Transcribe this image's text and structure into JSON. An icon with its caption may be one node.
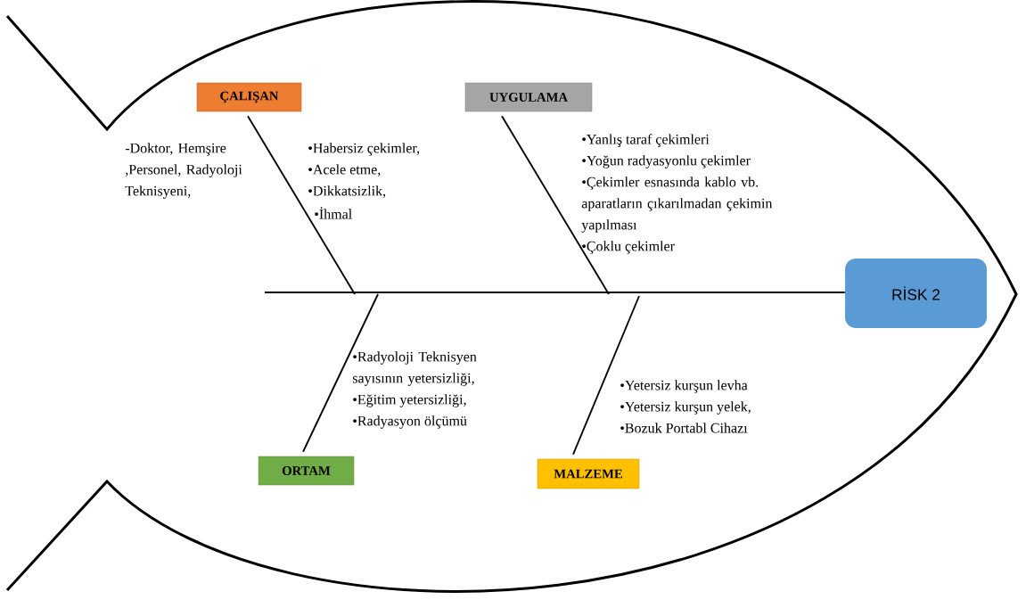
{
  "diagram": {
    "nodes": [
      {
        "text": [
          "ÇALIŞAN"
        ]
      },
      {
        "text": [
          "UYGULAMA"
        ]
      },
      {
        "text": [
          "ORTAM"
        ]
      },
      {
        "text": [
          "MALZEME"
        ]
      },
      {
        "text": [
          "RİSK 2"
        ]
      }
    ],
    "edges": [
      {
        "from": 0,
        "to": null,
        "arrow": "none"
      },
      {
        "from": 1,
        "to": null,
        "arrow": "none"
      },
      {
        "from": 2,
        "to": null,
        "arrow": "none"
      },
      {
        "from": 3,
        "to": null,
        "arrow": "none"
      },
      {
        "from": null,
        "to": 4,
        "arrow": "none"
      }
    ],
    "labels": [
      "-Doktor, Hemşire ,Personel, Radyoloji Teknisyeni,",
      "•Habersiz çekimler,",
      "•Acele etme,",
      "•Dikkatsizlik,",
      "•İhmal",
      "•Yanlış taraf çekimleri",
      "•Yoğun radyasyonlu çekimler",
      "•Çekimler esnasında kablo vb. aparatların çıkarılmadan çekimin yapılması",
      "•Çoklu çekimler",
      "•Radyoloji Teknisyen sayısının yetersizliği,",
      "•Eğitim yetersizliği,",
      "•Radyasyon ölçümü",
      "•Yetersiz kurşun levha",
      "•Yetersiz kurşun yelek,",
      "•Bozuk Portabl Cihazı"
    ]
  }
}
